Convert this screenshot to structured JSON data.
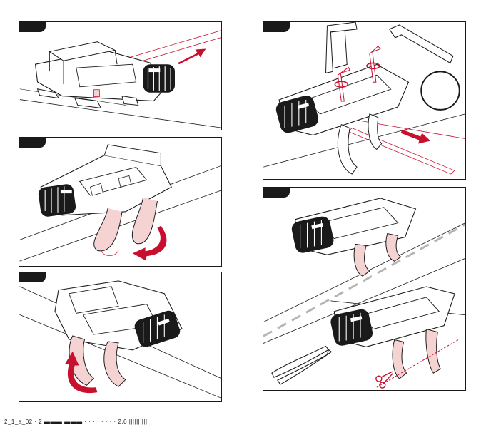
{
  "steps": [
    {
      "id": "1",
      "label": ""
    },
    {
      "id": "2",
      "label": ""
    },
    {
      "id": "3",
      "label": ""
    },
    {
      "id": "4",
      "label": ""
    },
    {
      "id": "5",
      "label": ""
    }
  ],
  "colors": {
    "outline": "#1a1a1a",
    "accent_red": "#c8102e",
    "strap_fill": "#f6d3d3",
    "dashed_line": "#b5b5b5"
  },
  "icons": {
    "arrow": "red-arrow-icon",
    "allen_key": "hex-key-icon",
    "pliers": "pliers-icon",
    "scissors": "scissors-icon"
  },
  "footer": {
    "text": "2_1_a_02  ·  2 ▬▬▬  ▬▬▬ · · · · · · · ·  2.0 |||||||||||"
  }
}
